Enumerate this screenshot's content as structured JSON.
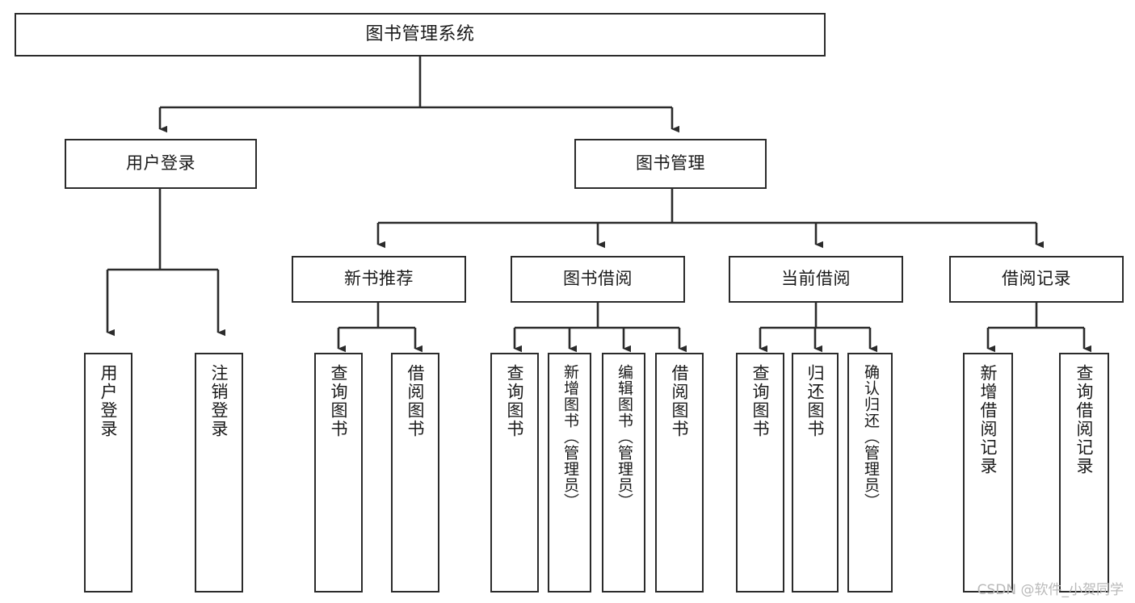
{
  "diagram": {
    "title": "图书管理系统",
    "type": "tree-hierarchy-chart",
    "stroke_color": "#2b2b2b",
    "background_color": "#ffffff",
    "text_color": "#1a1a1a",
    "nodes": {
      "root": {
        "label": "图书管理系统"
      },
      "level2": [
        {
          "label": "用户登录"
        },
        {
          "label": "图书管理"
        }
      ],
      "level3": [
        {
          "label": "新书推荐"
        },
        {
          "label": "图书借阅"
        },
        {
          "label": "当前借阅"
        },
        {
          "label": "借阅记录"
        }
      ],
      "leaves_user_login": [
        {
          "label": "用户登录"
        },
        {
          "label": "注销登录"
        }
      ],
      "leaves_new_books": [
        {
          "label": "查询图书"
        },
        {
          "label": "借阅图书"
        }
      ],
      "leaves_borrow": [
        {
          "label": "查询图书"
        },
        {
          "label": "新增图书（管理员）"
        },
        {
          "label": "编辑图书（管理员）"
        },
        {
          "label": "借阅图书"
        }
      ],
      "leaves_current": [
        {
          "label": "查询图书"
        },
        {
          "label": "归还图书"
        },
        {
          "label": "确认归还（管理员）"
        }
      ],
      "leaves_records": [
        {
          "label": "新增借阅记录"
        },
        {
          "label": "查询借阅记录"
        }
      ]
    }
  },
  "watermark": {
    "text": "CSDN @软件_小贺同学"
  }
}
